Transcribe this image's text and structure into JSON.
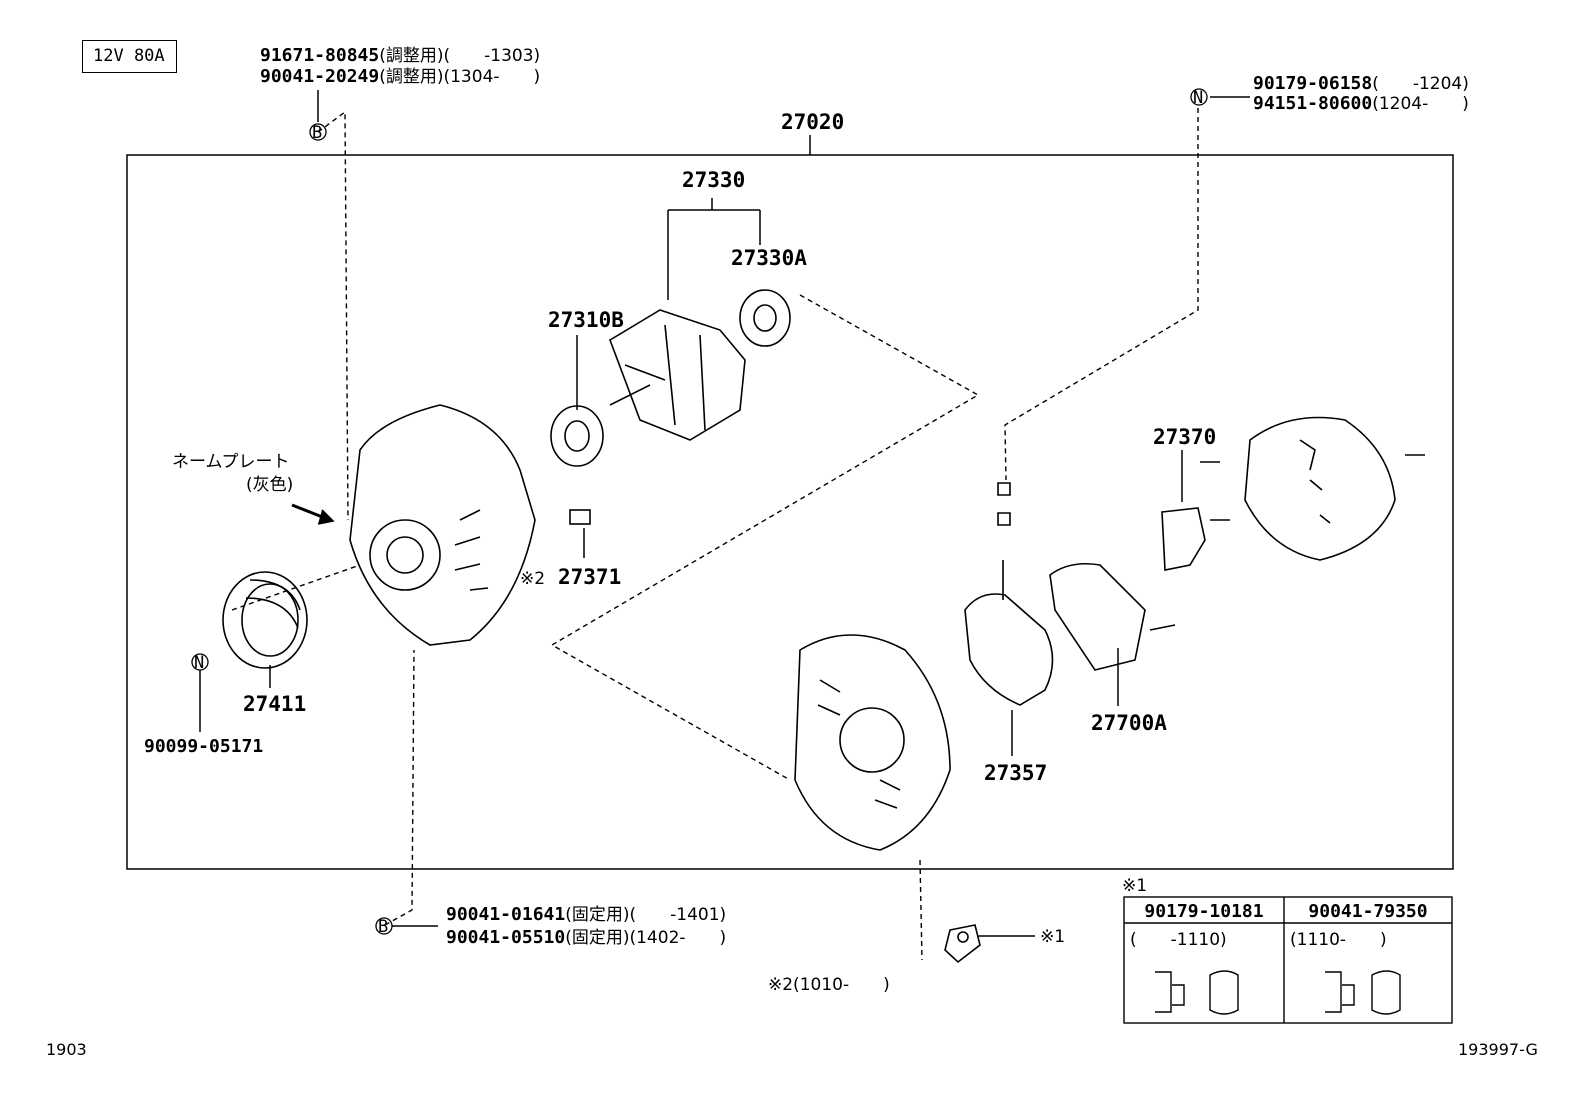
{
  "spec_label": "12V 80A",
  "assembly_number": "27020",
  "bolts_top": {
    "line1": {
      "part": "91671-80845",
      "note": "(調整用)(　　-1303)"
    },
    "line2": {
      "part": "90041-20249",
      "note": "(調整用)(1304-　　)"
    },
    "marker": "B"
  },
  "nuts_top_right": {
    "line1": {
      "part": "90179-06158",
      "note": "(　　-1204)"
    },
    "line2": {
      "part": "94151-80600",
      "note": "(1204-　　)"
    },
    "marker": "N"
  },
  "bolts_bottom": {
    "line1": {
      "part": "90041-01641",
      "note": "(固定用)(　　-1401)"
    },
    "line2": {
      "part": "90041-05510",
      "note": "(固定用)(1402-　　)"
    },
    "marker": "B"
  },
  "pulley_nut": {
    "part": "90099-05171",
    "marker": "N"
  },
  "nameplate": {
    "line1": "ネームプレート",
    "line2": "(灰色)"
  },
  "callouts": {
    "rotor_set": "27330",
    "bearing_rear": "27330A",
    "bearing_front": "27310B",
    "terminal_insulator": "27371",
    "terminal_mark": "※2",
    "pulley": "27411",
    "brush_holder": "27370",
    "rectifier": "27357",
    "regulator": "27700A"
  },
  "note_mark_1": "※1",
  "note_mark_2_date": "※2(1010-　　)",
  "table": {
    "header_mark": "※1",
    "columns": [
      {
        "part": "90179-10181",
        "range": "(　　-1110)"
      },
      {
        "part": "90041-79350",
        "range": "(1110-　　)"
      }
    ]
  },
  "footer_left": "1903",
  "footer_right": "193997-G"
}
